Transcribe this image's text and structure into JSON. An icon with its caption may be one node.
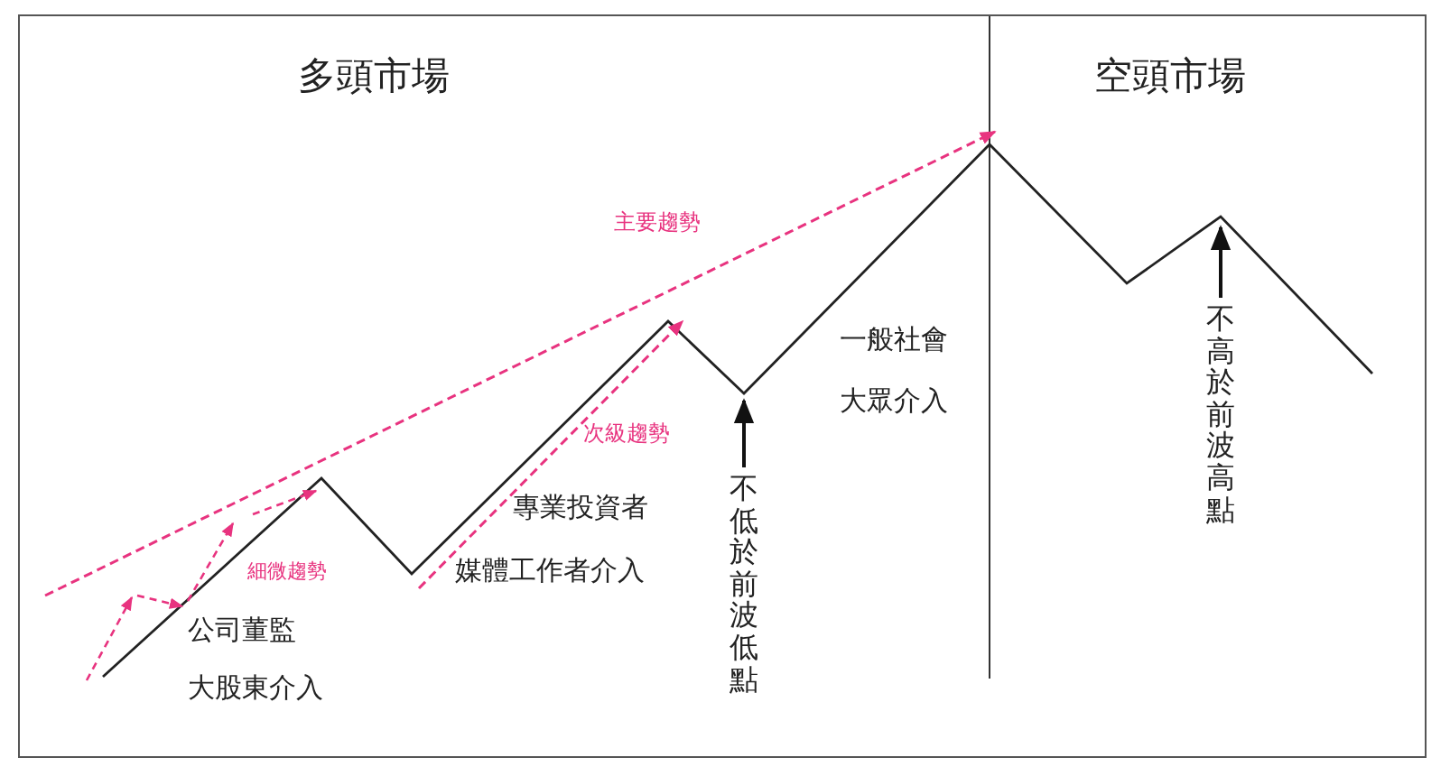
{
  "diagram": {
    "nodes": [
      {
        "text": [
          "不低於前波低點"
        ]
      },
      {
        "text": [
          "不高於前波高點"
        ]
      }
    ],
    "edges": [
      {
        "from": 0,
        "to": null,
        "arrow": "to"
      },
      {
        "from": 1,
        "to": null,
        "arrow": "to"
      }
    ],
    "labels": [
      "多頭市場",
      "空頭市場",
      "主要趨勢",
      "一般社會",
      "大眾介入",
      "次級趨勢",
      "專業投資者",
      "媒體工作者介入",
      "細微趨勢",
      "公司董監",
      "大股東介入"
    ]
  }
}
